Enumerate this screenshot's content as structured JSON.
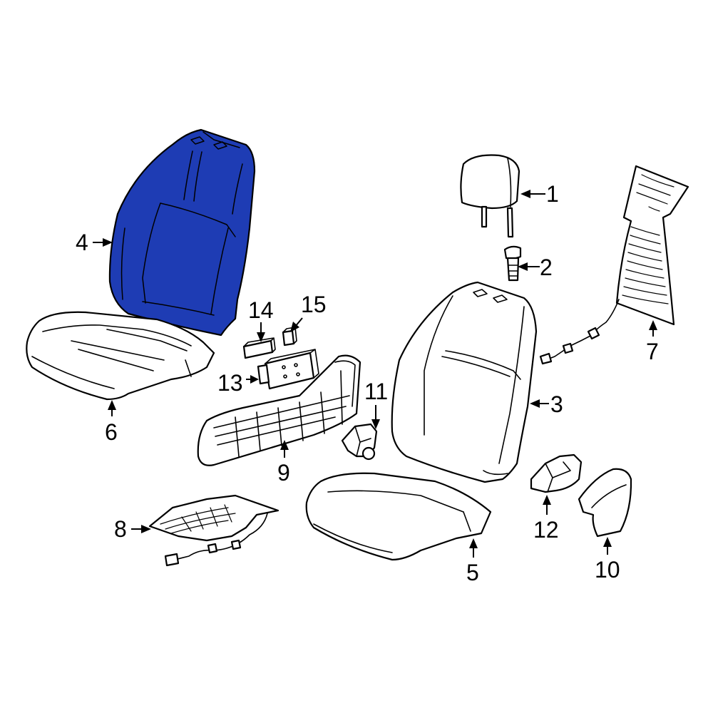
{
  "diagram": {
    "highlight_color": "#1e3cb4",
    "outline_color": "#000000",
    "background_color": "#ffffff",
    "highlighted_part": "4",
    "callouts": [
      {
        "id": "c1",
        "label": "1"
      },
      {
        "id": "c2",
        "label": "2"
      },
      {
        "id": "c3",
        "label": "3"
      },
      {
        "id": "c4",
        "label": "4"
      },
      {
        "id": "c5",
        "label": "5"
      },
      {
        "id": "c6",
        "label": "6"
      },
      {
        "id": "c7",
        "label": "7"
      },
      {
        "id": "c8",
        "label": "8"
      },
      {
        "id": "c9",
        "label": "9"
      },
      {
        "id": "c10",
        "label": "10"
      },
      {
        "id": "c11",
        "label": "11"
      },
      {
        "id": "c12",
        "label": "12"
      },
      {
        "id": "c13",
        "label": "13"
      },
      {
        "id": "c14",
        "label": "14"
      },
      {
        "id": "c15",
        "label": "15"
      }
    ]
  }
}
